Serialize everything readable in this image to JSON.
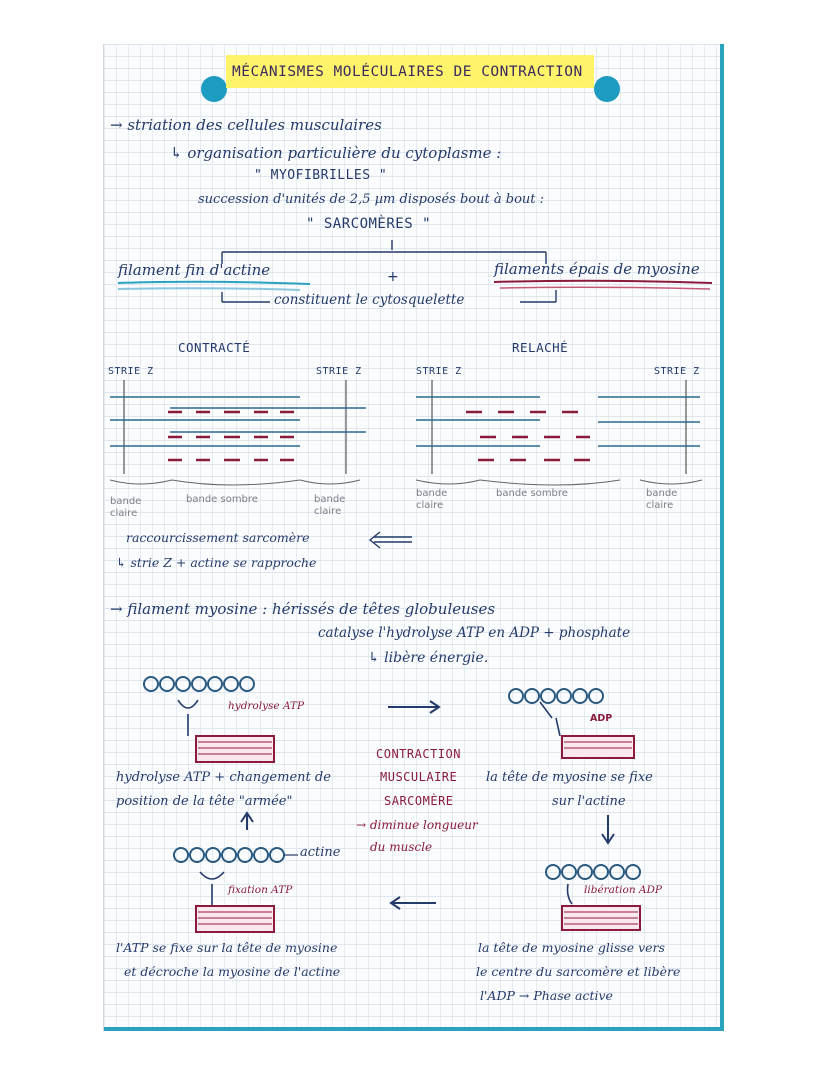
{
  "title": "MÉCANISMES MOLÉCULAIRES DE CONTRACTION",
  "intro": {
    "line1": "→ striation des cellules musculaires",
    "line2": "↳ organisation particulière du cytoplasme :",
    "line3": "\" MYOFIBRILLES \"",
    "line4": "succession d'unités de 2,5 µm disposés bout à bout :",
    "line5": "\" SARCOMÈRES \""
  },
  "filaments": {
    "left": "filament fin d'actine",
    "plus": "+",
    "right": "filaments épais de myosine",
    "cytosquelette": "constituent le cytosquelette"
  },
  "sarcomeres": {
    "contracte": {
      "title": "CONTRACTÉ",
      "strie_left": "STRIE Z",
      "strie_right": "STRIE Z",
      "bande_claire_left": "bande claire",
      "bande_sombre": "bande sombre",
      "bande_claire_right": "bande claire"
    },
    "relache": {
      "title": "RELACHÉ",
      "strie_left": "STRIE Z",
      "strie_right": "STRIE Z",
      "bande_claire_left": "bande claire",
      "bande_sombre": "bande sombre",
      "bande_claire_right": "bande claire"
    }
  },
  "raccourcissement": {
    "line1": "raccourcissement sarcomère",
    "line2": "↳ strie Z + actine se rapproche"
  },
  "myosine": {
    "line1": "→ filament myosine : hérissés de têtes globuleuses",
    "line2": "catalyse l'hydrolyse ATP en ADP + phosphate",
    "line3": "↳ libère énergie."
  },
  "cycle": {
    "hydrolyse_atp_label": "hydrolyse ATP",
    "adp_label": "ADP",
    "center": [
      "CONTRACTION",
      "MUSCULAIRE",
      "SARCOMÈRE",
      "→ diminue longueur",
      "du muscle"
    ],
    "step_left_top": [
      "hydrolyse ATP + changement de",
      "position de la tête \"armée\""
    ],
    "step_right_top": [
      "la tête de myosine se fixe",
      "sur l'actine"
    ],
    "actine_label": "actine",
    "fixation_atp": "fixation ATP",
    "liberation_adp": "libération ADP",
    "step_left_bottom": [
      "l'ATP se fixe sur la tête de myosine",
      "et décroche la myosine de l'actine"
    ],
    "step_right_bottom": [
      "la tête de myosine glisse vers",
      "le centre du sarcomère et libère",
      "l'ADP → Phase active"
    ]
  },
  "colors": {
    "ink": "#243a6a",
    "red": "#8b1b3c",
    "blue_line": "#2aa3bf",
    "highlight": "#fff35a"
  }
}
